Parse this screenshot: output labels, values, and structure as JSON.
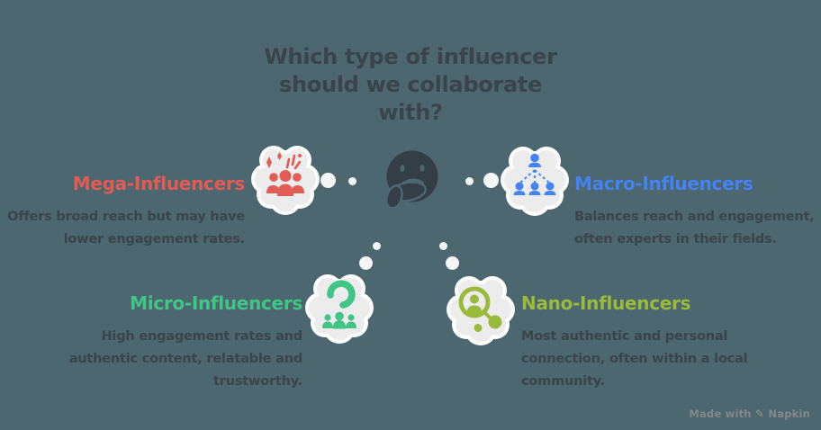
{
  "title": "Which type of influencer\nshould we collaborate\nwith?",
  "colors": {
    "background": "#4C6770",
    "ink": "#3B444C",
    "cloud_fill": "#ECECEC",
    "cloud_halo": "#FFFFFF",
    "thought_dot": "#F4F5F5",
    "face": "#333E47"
  },
  "sections": {
    "mega": {
      "heading": "Mega-Influencers",
      "body": "Offers broad reach but may have\nlower engagement rates.",
      "accent": "#E25B55",
      "icon": "crowd-sparkle"
    },
    "macro": {
      "heading": "Macro-Influencers",
      "body": "Balances reach and engagement,\noften experts in their fields.",
      "accent": "#4483F2",
      "icon": "hierarchy-people"
    },
    "micro": {
      "heading": "Micro-Influencers",
      "body": "High engagement rates and\nauthentic content, relatable and\ntrustworthy.",
      "accent": "#41C585",
      "icon": "question-crowd"
    },
    "nano": {
      "heading": "Nano-Influencers",
      "body": "Most authentic and personal\nconnection, often within a local\ncommunity.",
      "accent": "#9ABA3B",
      "icon": "person-network"
    }
  },
  "watermark": {
    "prefix": "Made with",
    "brand": "Napkin",
    "icon": "pen"
  }
}
